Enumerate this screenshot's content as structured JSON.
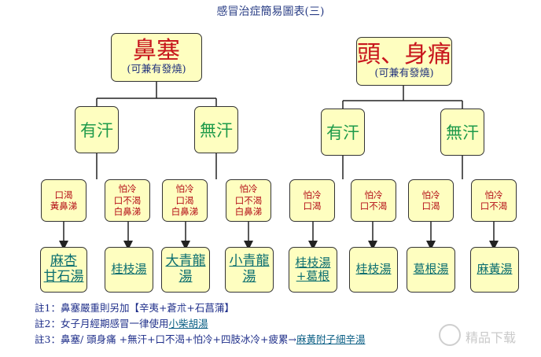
{
  "title": "感冒治症簡易圖表(三)",
  "left": {
    "main": "鼻塞",
    "sub": "(可兼有發燒)",
    "branches": [
      {
        "label": "有汗",
        "conditions": [
          {
            "lines": [
              "口渴",
              "黃鼻涕"
            ],
            "remedy": [
              "麻杏",
              "甘石湯"
            ]
          },
          {
            "lines": [
              "怕冷",
              "口不渴",
              "白鼻涕"
            ],
            "remedy": [
              "桂枝湯"
            ]
          }
        ]
      },
      {
        "label": "無汗",
        "conditions": [
          {
            "lines": [
              "怕冷",
              "口渴",
              "白鼻涕"
            ],
            "remedy": [
              "大青龍",
              "湯"
            ]
          },
          {
            "lines": [
              "怕冷",
              "口不渴",
              "白鼻涕"
            ],
            "remedy": [
              "小青龍",
              "湯"
            ]
          }
        ]
      }
    ]
  },
  "right": {
    "main": "頭、身痛",
    "sub": "(可兼有發燒)",
    "branches": [
      {
        "label": "有汗",
        "conditions": [
          {
            "lines": [
              "怕冷",
              "口渴"
            ],
            "remedy": [
              "桂枝湯",
              "+葛根"
            ]
          },
          {
            "lines": [
              "怕冷",
              "口不渴"
            ],
            "remedy": [
              "桂枝湯"
            ]
          }
        ]
      },
      {
        "label": "無汗",
        "conditions": [
          {
            "lines": [
              "怕冷",
              "口渴"
            ],
            "remedy": [
              "葛根湯"
            ]
          },
          {
            "lines": [
              "怕冷",
              "口不渴"
            ],
            "remedy": [
              "麻黃湯"
            ]
          }
        ]
      }
    ]
  },
  "notes": [
    {
      "prefix": "註1：",
      "text": "鼻塞嚴重則另加【辛夷+蒼朮+石菖蒲】",
      "link": ""
    },
    {
      "prefix": "註2：",
      "text": "女子月經期感冒一律使用",
      "link": "小柴胡湯"
    },
    {
      "prefix": "註3：",
      "text": "鼻塞/ 頭身痛 +無汗+口不渴+怕冷+四肢冰冷+疲累→",
      "link": "麻黃附子細辛湯"
    }
  ],
  "watermark": "精品下载"
}
